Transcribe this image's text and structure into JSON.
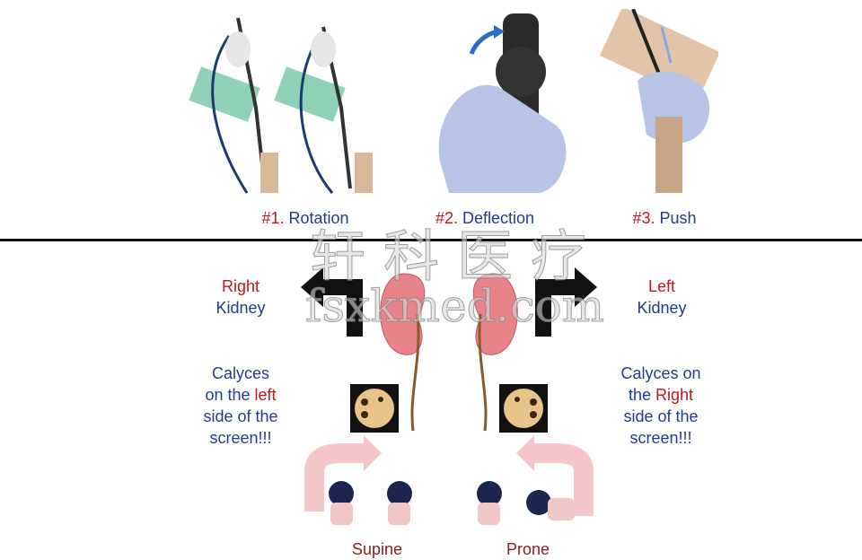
{
  "top": {
    "steps": [
      {
        "num": "#1.",
        "label": "Rotation"
      },
      {
        "num": "#2.",
        "label": "Deflection"
      },
      {
        "num": "#3.",
        "label": "Push"
      }
    ]
  },
  "bottom": {
    "left": {
      "side": "Right",
      "organ": "Kidney",
      "calyces": [
        "Calyces",
        "on the ",
        "left",
        "side of the",
        "screen!!!"
      ],
      "position": "Supine"
    },
    "right": {
      "side": "Left",
      "organ": "Kidney",
      "calyces": [
        "Calyces on",
        "the ",
        "Right",
        "side of the",
        "screen!!!"
      ],
      "position": "Prone"
    }
  },
  "watermark": {
    "cn": "轩科医疗",
    "en": "fsxkmed.com"
  },
  "colors": {
    "red": "#c0171c",
    "blue": "#1f3d8c",
    "kidney": "#e8838a",
    "glove": "#b8c4e6"
  }
}
